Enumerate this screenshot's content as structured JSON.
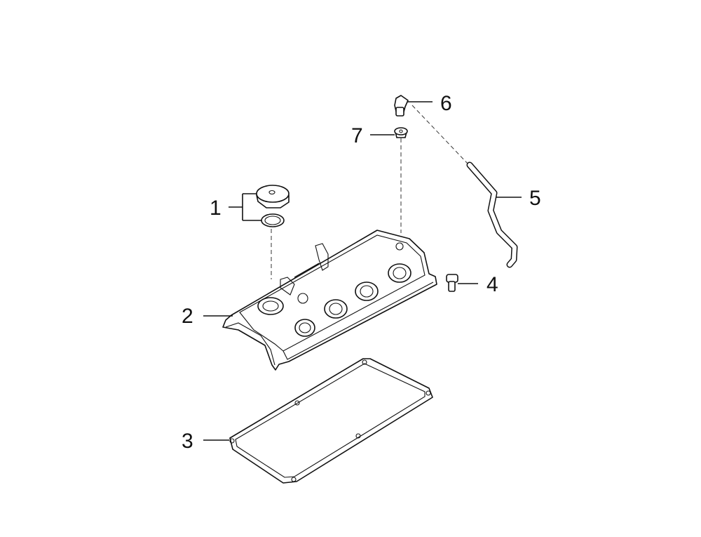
{
  "diagram": {
    "callouts": [
      {
        "id": "1",
        "label": "1",
        "part": "oil-filler-cap-and-gasket"
      },
      {
        "id": "2",
        "label": "2",
        "part": "valve-cover"
      },
      {
        "id": "3",
        "label": "3",
        "part": "valve-cover-gasket"
      },
      {
        "id": "4",
        "label": "4",
        "part": "bolt"
      },
      {
        "id": "5",
        "label": "5",
        "part": "pcv-hose"
      },
      {
        "id": "6",
        "label": "6",
        "part": "pcv-valve"
      },
      {
        "id": "7",
        "label": "7",
        "part": "grommet"
      }
    ],
    "line_color": "#111111",
    "background": "#ffffff"
  }
}
